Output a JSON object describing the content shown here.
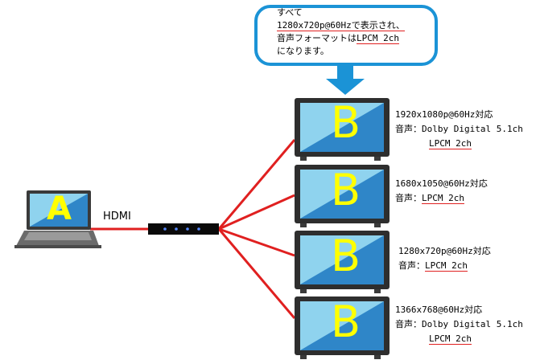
{
  "callout": {
    "line1": "すべて",
    "line2": "1280x720p@60Hzで表示され、",
    "line3_a": "音声フォーマットは",
    "line3_b": "LPCM 2ch",
    "line4": "になります。"
  },
  "source": {
    "label": "A"
  },
  "connection": {
    "label": "HDMI"
  },
  "displays": [
    {
      "label": "B",
      "resolution": "1920x1080p@60Hz対応",
      "audio_prefix": "音声：",
      "audio_1": "Dolby Digital 5.1ch",
      "audio_2": "LPCM 2ch"
    },
    {
      "label": "B",
      "resolution": "1680x1050@60Hz対応",
      "audio_prefix": "音声：",
      "audio_1": "LPCM 2ch"
    },
    {
      "label": "B",
      "resolution": "1280x720p@60Hz対応",
      "audio_prefix": "音声：",
      "audio_1": "LPCM 2ch"
    },
    {
      "label": "B",
      "resolution": "1366x768@60Hz対応",
      "audio_prefix": "音声：",
      "audio_1": "Dolby Digital 5.1ch",
      "audio_2": "LPCM 2ch"
    }
  ],
  "colors": {
    "accent_red": "#e02020",
    "callout_blue": "#1b93d6",
    "screen_blue": "#2f86c8",
    "screen_light": "#8fd3ee",
    "letter_yellow": "#ffff00"
  }
}
